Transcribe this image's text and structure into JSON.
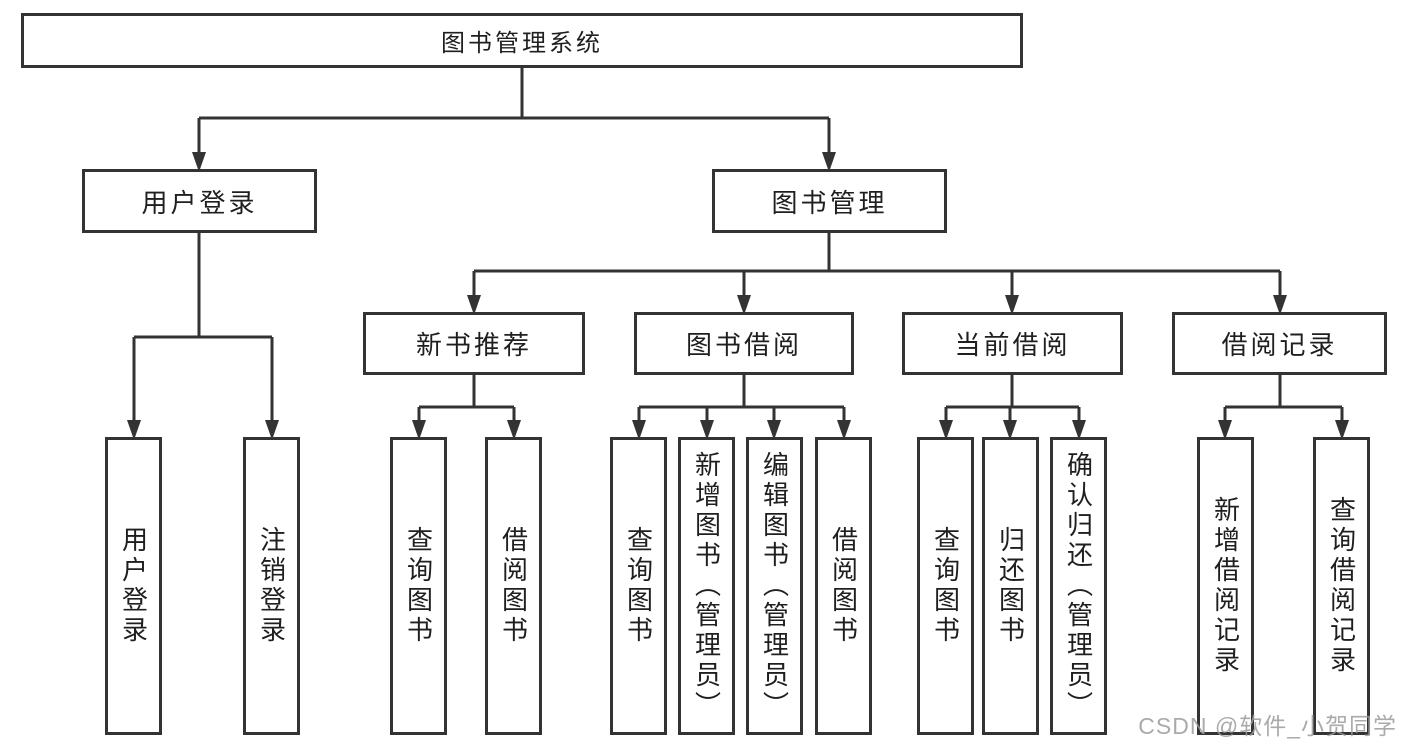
{
  "diagram": {
    "root": "图书管理系统",
    "level2": [
      "用户登录",
      "图书管理"
    ],
    "level3": [
      "新书推荐",
      "图书借阅",
      "当前借阅",
      "借阅记录"
    ],
    "leaves": [
      "用户登录",
      "注销登录",
      "查询图书",
      "借阅图书",
      "查询图书",
      "新增图书（管理员）",
      "编辑图书（管理员）",
      "借阅图书",
      "查询图书",
      "归还图书",
      "确认归还（管理员）",
      "新增借阅记录",
      "查询借阅记录"
    ]
  },
  "watermark": "CSDN @软件_小贺同学",
  "colors": {
    "line": "#333333",
    "border": "#333333",
    "text": "#1f1f1f",
    "watermark": "#9c9c9c",
    "background": "#ffffff"
  }
}
